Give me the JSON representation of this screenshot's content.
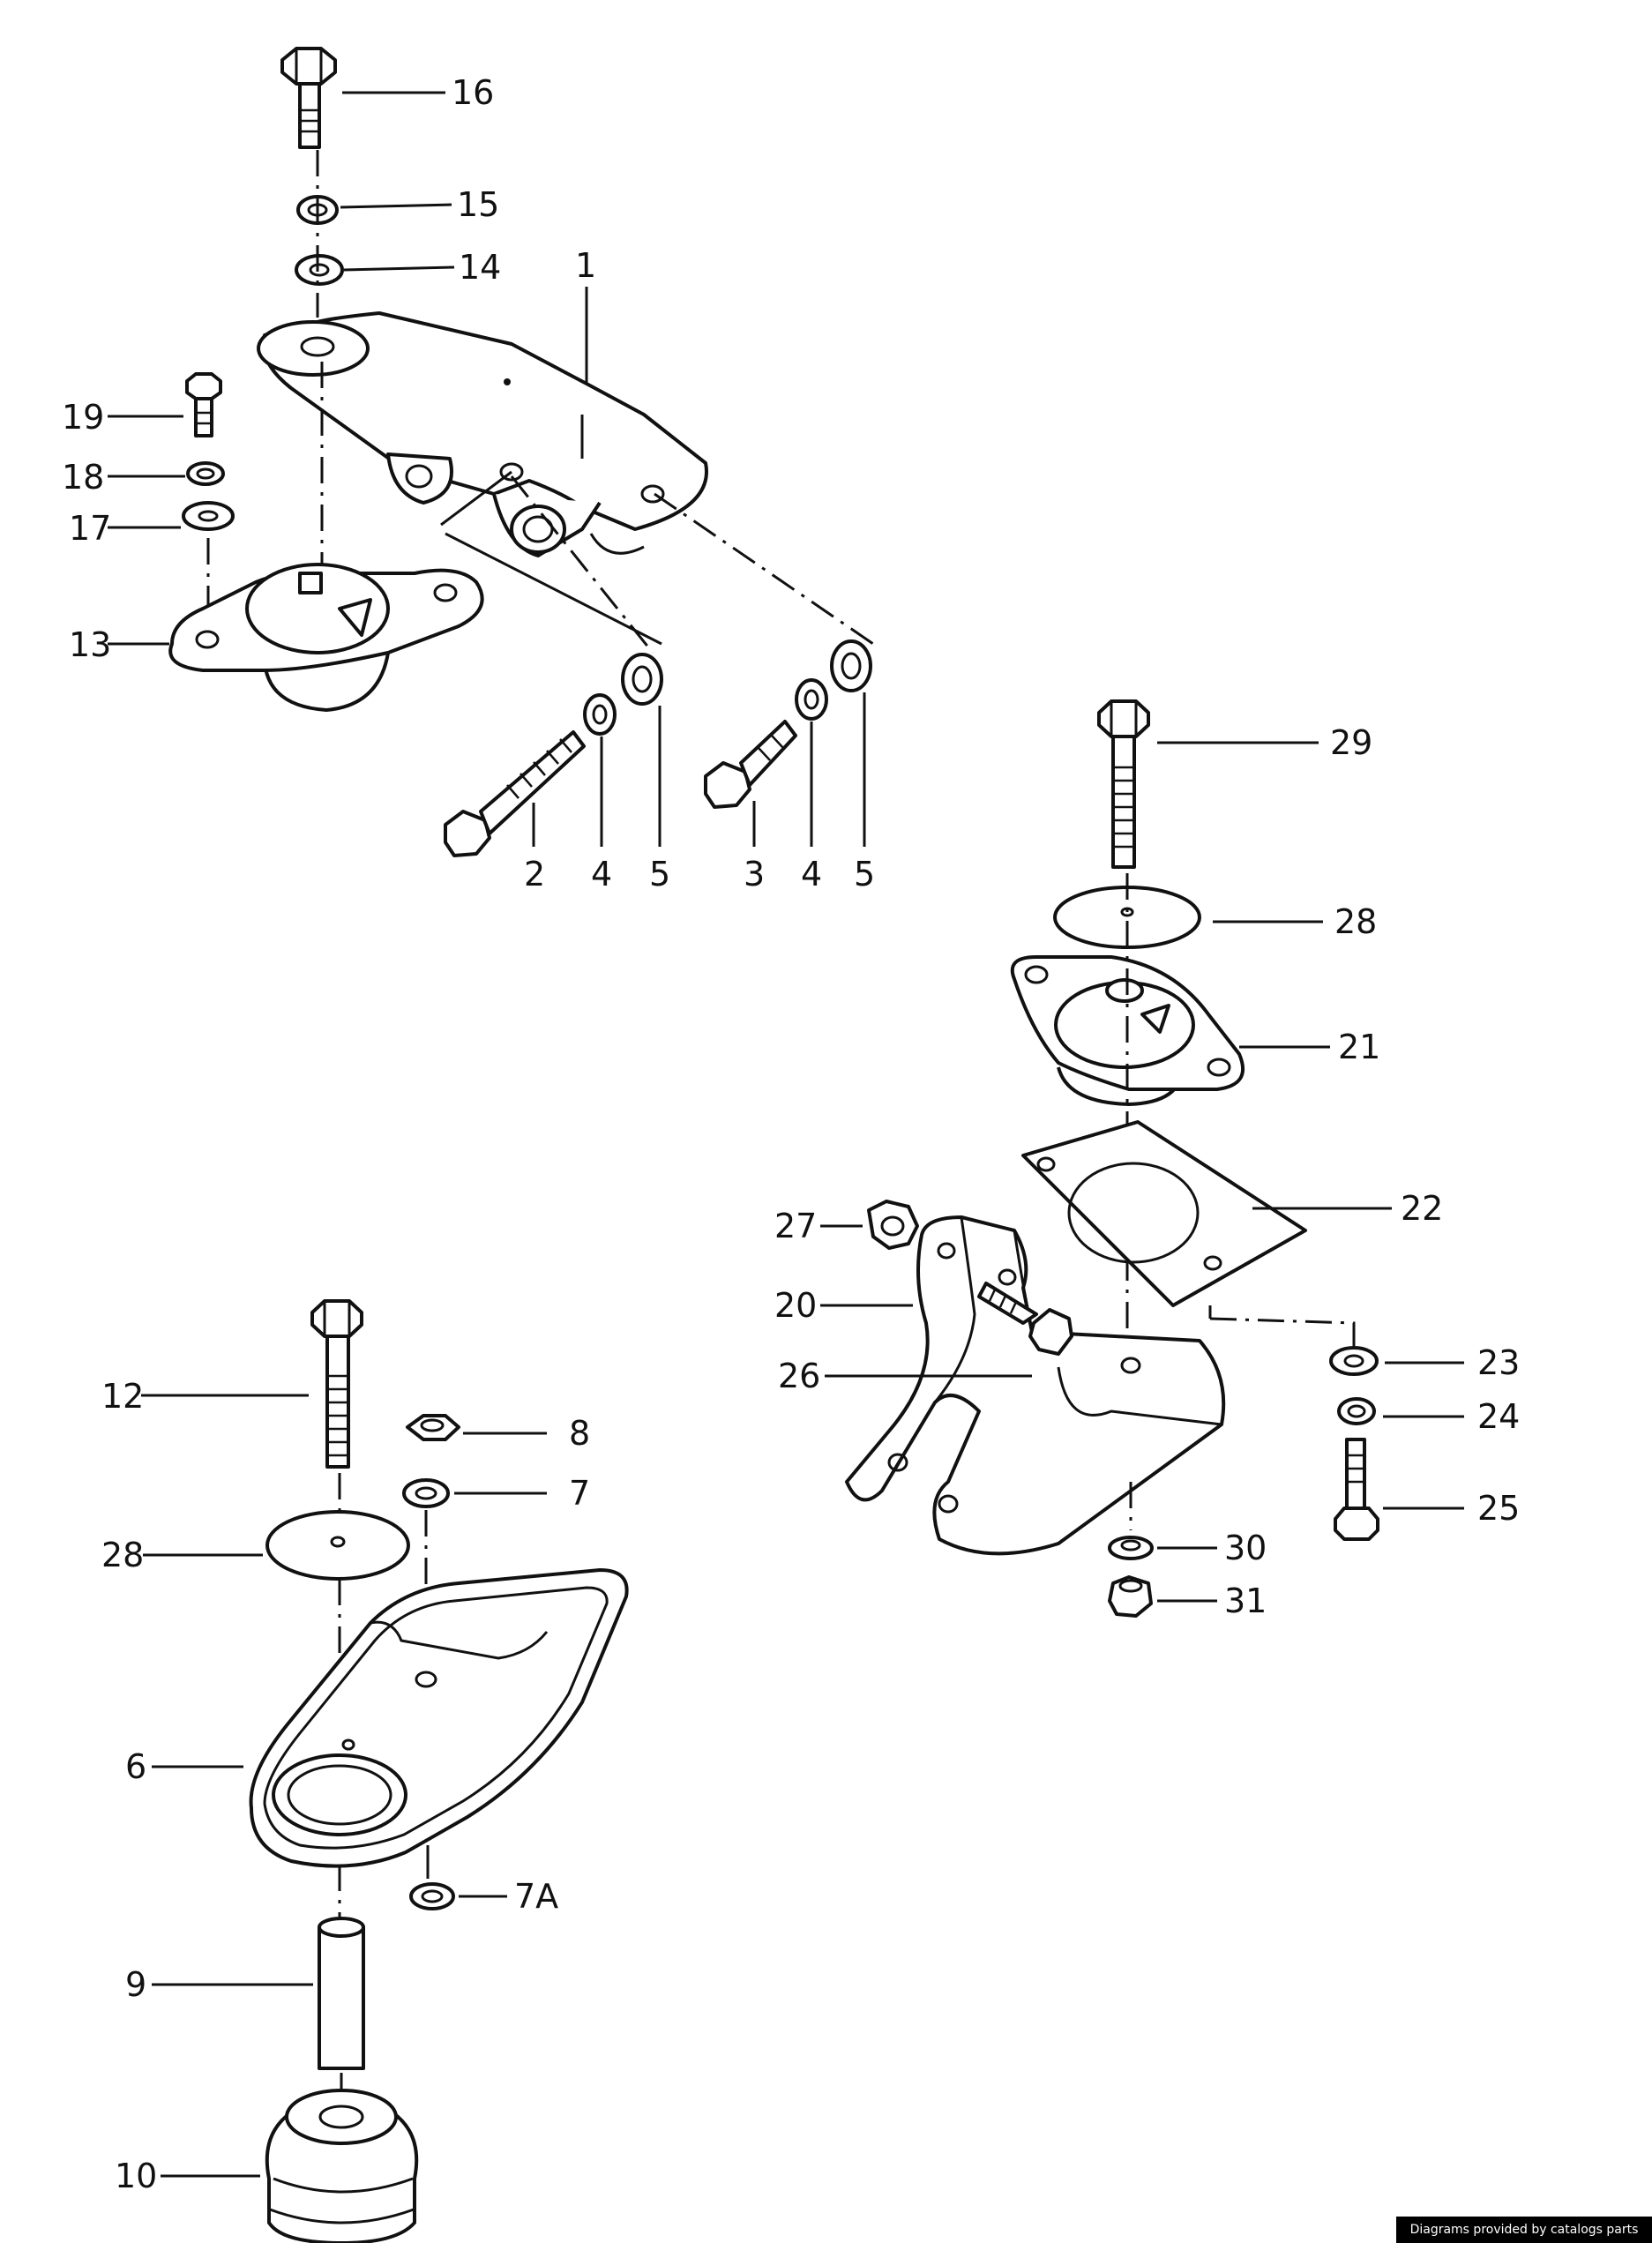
{
  "callouts": [
    {
      "id": "16",
      "text": "16"
    },
    {
      "id": "15",
      "text": "15"
    },
    {
      "id": "14",
      "text": "14"
    },
    {
      "id": "1",
      "text": "1"
    },
    {
      "id": "19",
      "text": "19"
    },
    {
      "id": "18",
      "text": "18"
    },
    {
      "id": "17",
      "text": "17"
    },
    {
      "id": "13",
      "text": "13"
    },
    {
      "id": "2",
      "text": "2"
    },
    {
      "id": "4a",
      "text": "4"
    },
    {
      "id": "5a",
      "text": "5"
    },
    {
      "id": "3",
      "text": "3"
    },
    {
      "id": "4b",
      "text": "4"
    },
    {
      "id": "5b",
      "text": "5"
    },
    {
      "id": "29",
      "text": "29"
    },
    {
      "id": "28a",
      "text": "28"
    },
    {
      "id": "21",
      "text": "21"
    },
    {
      "id": "22",
      "text": "22"
    },
    {
      "id": "27",
      "text": "27"
    },
    {
      "id": "20",
      "text": "20"
    },
    {
      "id": "26",
      "text": "26"
    },
    {
      "id": "23",
      "text": "23"
    },
    {
      "id": "24",
      "text": "24"
    },
    {
      "id": "25",
      "text": "25"
    },
    {
      "id": "30",
      "text": "30"
    },
    {
      "id": "31",
      "text": "31"
    },
    {
      "id": "12",
      "text": "12"
    },
    {
      "id": "8",
      "text": "8"
    },
    {
      "id": "7",
      "text": "7"
    },
    {
      "id": "28b",
      "text": "28"
    },
    {
      "id": "6",
      "text": "6"
    },
    {
      "id": "7A",
      "text": "7A"
    },
    {
      "id": "9",
      "text": "9"
    },
    {
      "id": "10",
      "text": "10"
    }
  ],
  "credit": "Diagrams provided by catalogs parts"
}
